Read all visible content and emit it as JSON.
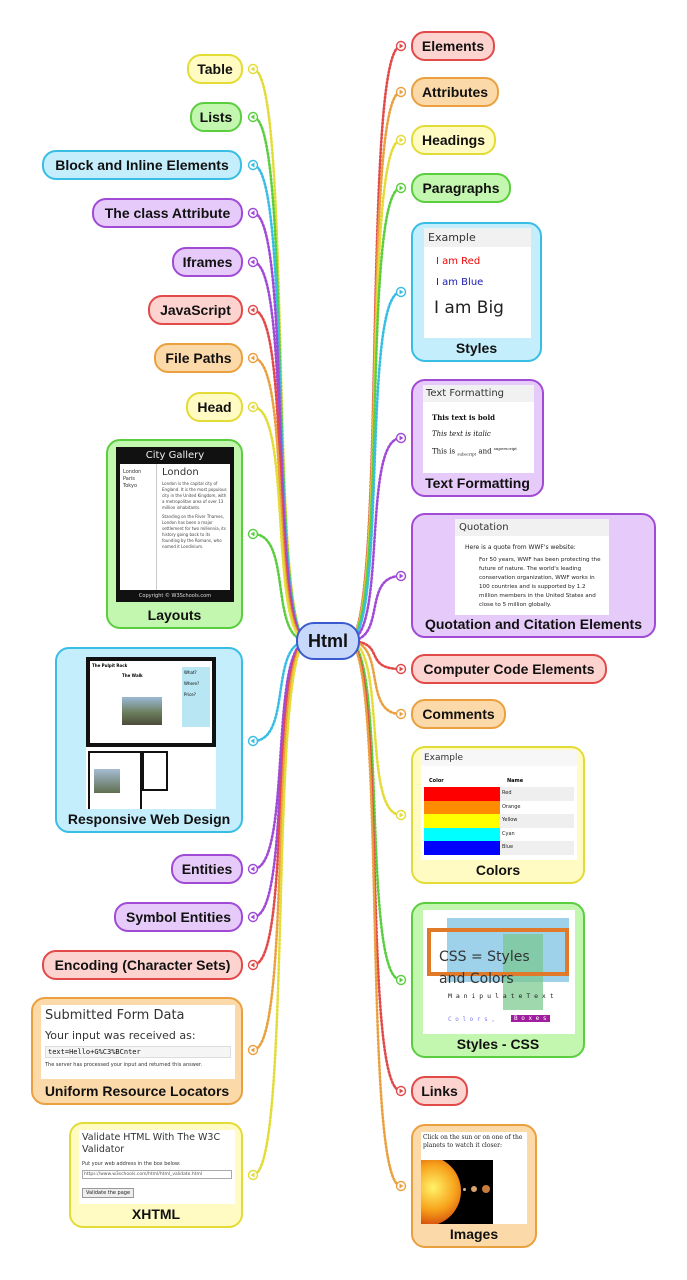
{
  "central": "Html",
  "left_topics": [
    "Table",
    "Lists",
    "Block and Inline Elements",
    "The class Attribute",
    "Iframes",
    "JavaScript",
    "File Paths",
    "Head",
    "Entities",
    "Symbol Entities",
    "Encoding (Character Sets)"
  ],
  "right_topics": [
    "Elements",
    "Attributes",
    "Headings",
    "Paragraphs",
    "Computer Code Elements",
    "Comments",
    "Links"
  ],
  "cards": {
    "layouts": {
      "caption": "Layouts",
      "title": "City Gallery",
      "nav": [
        "London",
        "Paris",
        "Tokyo"
      ],
      "heading": "London",
      "p1": "London is the capital city of England. It is the most populous city in the United Kingdom, with a metropolitan area of over 13 million inhabitants.",
      "p2": "Standing on the River Thames, London has been a major settlement for two millennia, its history going back to its founding by the Romans, who named it Londinium.",
      "footer": "Copyright © W3Schools.com"
    },
    "responsive": {
      "caption": "Responsive Web Design",
      "site": "The Pulpit Rock",
      "heading": "The Walk",
      "aside": [
        "What?",
        "Where?",
        "Price?"
      ]
    },
    "urls": {
      "caption": "Uniform Resource Locators",
      "title": "Submitted Form Data",
      "line": "Your input was received as:",
      "value": "text=Hello+G%C3%BCnter",
      "note": "The server has processed your input and returned this answer."
    },
    "xhtml": {
      "caption": "XHTML",
      "title": "Validate HTML With The W3C Validator",
      "line": "Put your web address in the box below:",
      "url": "https://www.w3schools.com/html/html_validate.html",
      "button": "Validate the page"
    },
    "styles": {
      "caption": "Styles",
      "header": "Example",
      "red": "I am Red",
      "blue": "I am Blue",
      "big": "I am Big"
    },
    "textfmt": {
      "caption": "Text Formatting",
      "header": "Text Formatting",
      "bold": "This text is bold",
      "italic": "This text is italic",
      "sub_pre": "This is",
      "sub": "subscript",
      "and": "and",
      "sup": "superscript"
    },
    "quotation": {
      "caption": "Quotation and Citation Elements",
      "header": "Quotation",
      "intro": "Here is a quote from WWF's website:",
      "quote": "For 50 years, WWF has been protecting the future of nature. The world's leading conservation organization, WWF works in 100 countries and is supported by 1.2 million members in the United States and close to 5 million globally."
    },
    "colors": {
      "caption": "Colors",
      "header": "Example",
      "col1": "Color",
      "col2": "Name",
      "rows": [
        {
          "name": "Red",
          "hex": "#ff0000"
        },
        {
          "name": "Orange",
          "hex": "#ff8c00"
        },
        {
          "name": "Yellow",
          "hex": "#ffff00"
        },
        {
          "name": "Cyan",
          "hex": "#00ffff"
        },
        {
          "name": "Blue",
          "hex": "#0000ff"
        }
      ]
    },
    "css": {
      "caption": "Styles - CSS",
      "big": "CSS = Styles and Colors",
      "manip": "M a n i p u l a t e   T e x t",
      "colors": "C o l o r s ,",
      "boxes": "B o x e s"
    },
    "images": {
      "caption": "Images",
      "text": "Click on the sun or on one of the planets to watch it closer:"
    }
  },
  "colors": {
    "red": "#e24a4a",
    "orange": "#eba040",
    "yellow": "#e3db36",
    "green": "#5bce40",
    "cyan": "#38bde5",
    "purple": "#a04ad6",
    "central": "#3a5bd0"
  }
}
